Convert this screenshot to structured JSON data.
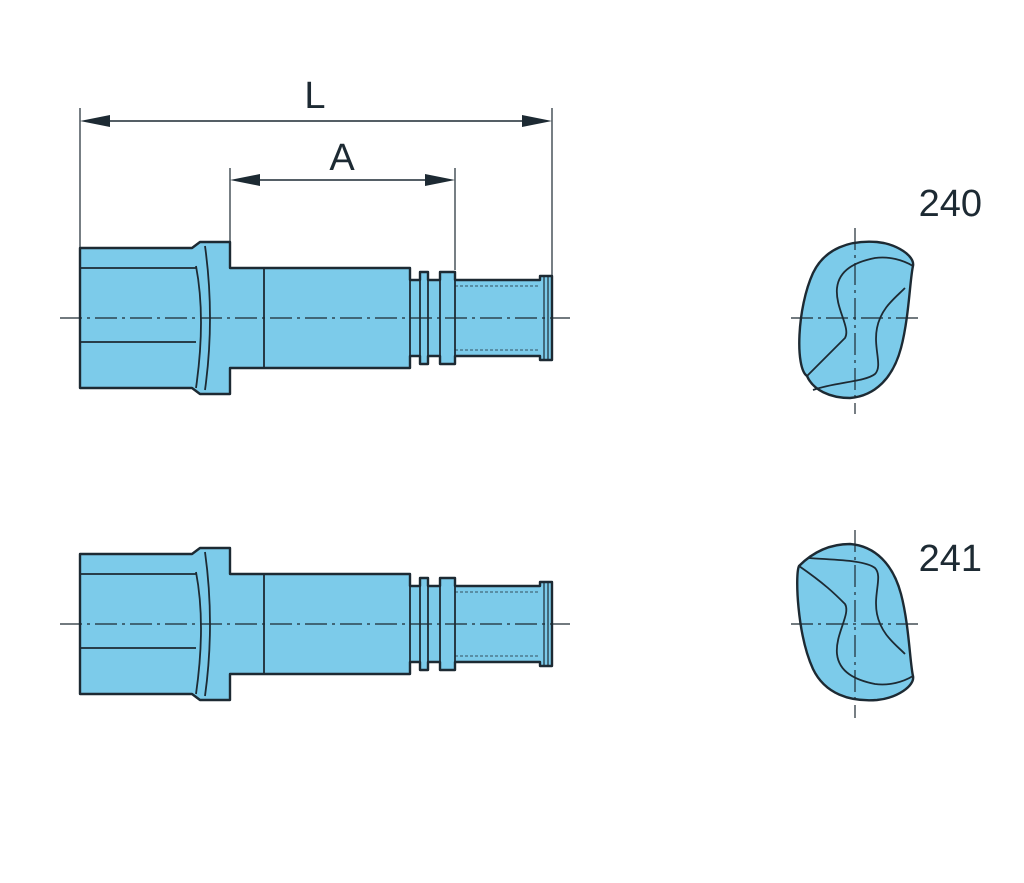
{
  "dimensions": {
    "overall_length_label": "L",
    "partial_length_label": "A"
  },
  "variants": [
    {
      "code": "240"
    },
    {
      "code": "241"
    }
  ],
  "colors": {
    "part_fill": "#7ccbea",
    "outline": "#1d2a33",
    "background": "#ffffff"
  }
}
